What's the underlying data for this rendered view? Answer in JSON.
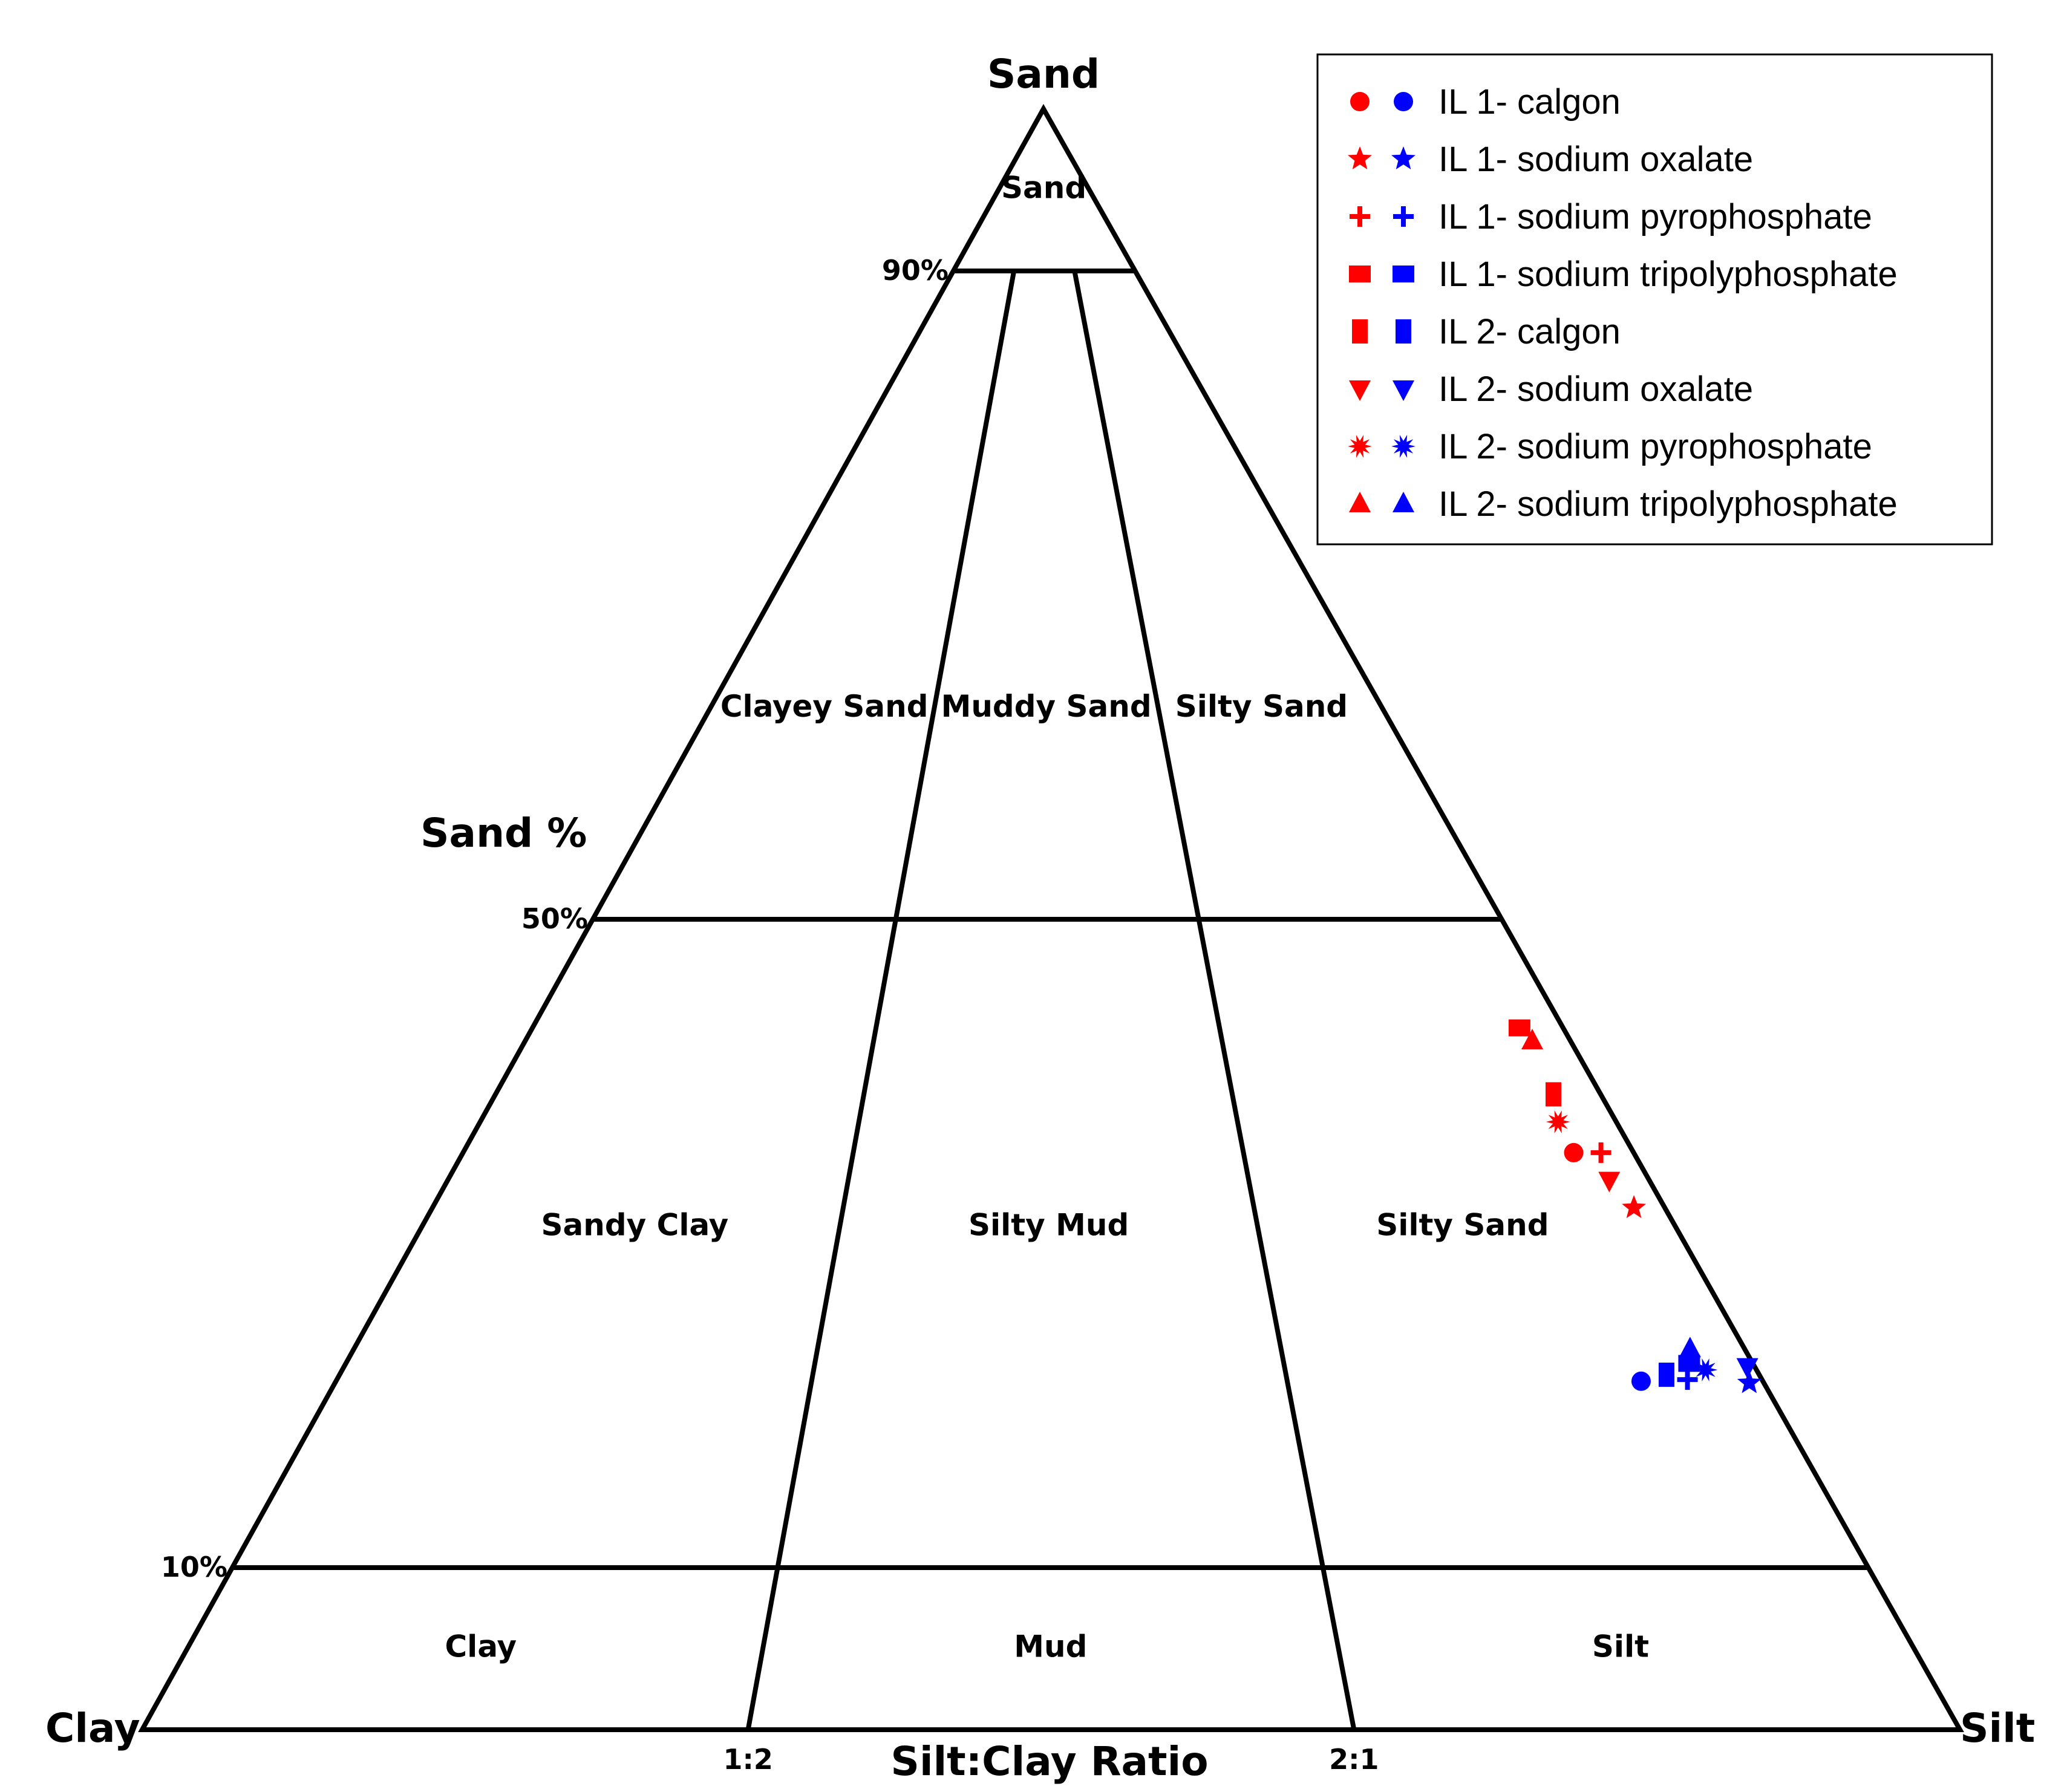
{
  "chart_data": {
    "type": "scatter",
    "subtype": "ternary",
    "vertices": {
      "top": "Sand",
      "left": "Clay",
      "right": "Silt"
    },
    "axis_titles": {
      "sand": "Sand %",
      "ratio": "Silt:Clay Ratio"
    },
    "sand_ticks": [
      "90%",
      "50%",
      "10%"
    ],
    "ratio_ticks": [
      "1:2",
      "2:1"
    ],
    "fields": [
      {
        "label": "Sand",
        "sand": 95,
        "ratio": 0.5
      },
      {
        "label": "Clayey Sand",
        "sand": 63,
        "ratio": 0.17
      },
      {
        "label": "Muddy Sand",
        "sand": 63,
        "ratio": 0.5
      },
      {
        "label": "Silty Sand",
        "sand": 63,
        "ratio": 0.82
      },
      {
        "label": "Sandy Clay",
        "sand": 31,
        "ratio": 0.17
      },
      {
        "label": "Silty Mud",
        "sand": 31,
        "ratio": 0.5
      },
      {
        "label": "Silty Sand",
        "sand": 31,
        "ratio": 0.83
      },
      {
        "label": "Clay",
        "sand": 5,
        "ratio": 0.17
      },
      {
        "label": "Mud",
        "sand": 5,
        "ratio": 0.5
      },
      {
        "label": "Silt",
        "sand": 5,
        "ratio": 0.83
      }
    ],
    "legend": {
      "position": "top-right",
      "entries": [
        {
          "label": "IL 1- calgon",
          "marker": "circle"
        },
        {
          "label": "IL 1- sodium oxalate",
          "marker": "star"
        },
        {
          "label": "IL 1- sodium pyrophosphate",
          "marker": "cross"
        },
        {
          "label": "IL 1- sodium tripolyphosphate",
          "marker": "square"
        },
        {
          "label": "IL 2- calgon",
          "marker": "tall-rect"
        },
        {
          "label": "IL 2- sodium oxalate",
          "marker": "triangle-down"
        },
        {
          "label": "IL 2- sodium pyrophosphate",
          "marker": "burst"
        },
        {
          "label": "IL 2- sodium tripolyphosphate",
          "marker": "triangle-up"
        }
      ]
    },
    "colors": {
      "red_group": "#ff0000",
      "blue_group": "#0000ff"
    },
    "points": [
      {
        "group": "red",
        "marker": "circle",
        "sand": 35.6,
        "silt": 61.1,
        "clay": 3.3
      },
      {
        "group": "red",
        "marker": "star",
        "sand": 32.2,
        "silt": 66.1,
        "clay": 1.7
      },
      {
        "group": "red",
        "marker": "cross",
        "sand": 35.6,
        "silt": 62.6,
        "clay": 1.8
      },
      {
        "group": "red",
        "marker": "square",
        "sand": 43.3,
        "silt": 54.3,
        "clay": 2.4
      },
      {
        "group": "red",
        "marker": "tall-rect",
        "sand": 39.2,
        "silt": 58.2,
        "clay": 2.6
      },
      {
        "group": "red",
        "marker": "triangle-down",
        "sand": 33.9,
        "silt": 63.9,
        "clay": 2.2
      },
      {
        "group": "red",
        "marker": "burst",
        "sand": 37.5,
        "silt": 59.3,
        "clay": 3.2
      },
      {
        "group": "red",
        "marker": "triangle-up",
        "sand": 42.5,
        "silt": 55.4,
        "clay": 2.1
      },
      {
        "group": "blue",
        "marker": "circle",
        "sand": 21.5,
        "silt": 71.8,
        "clay": 6.7
      },
      {
        "group": "blue",
        "marker": "star",
        "sand": 21.4,
        "silt": 77.8,
        "clay": 0.8
      },
      {
        "group": "blue",
        "marker": "cross",
        "sand": 21.6,
        "silt": 74.3,
        "clay": 4.1
      },
      {
        "group": "blue",
        "marker": "square",
        "sand": 22.6,
        "silt": 73.9,
        "clay": 3.5
      },
      {
        "group": "blue",
        "marker": "tall-rect",
        "sand": 21.9,
        "silt": 73.0,
        "clay": 5.1
      },
      {
        "group": "blue",
        "marker": "triangle-down",
        "sand": 22.4,
        "silt": 77.2,
        "clay": 0.4
      },
      {
        "group": "blue",
        "marker": "burst",
        "sand": 22.2,
        "silt": 75.0,
        "clay": 2.8
      },
      {
        "group": "blue",
        "marker": "triangle-up",
        "sand": 23.5,
        "silt": 73.5,
        "clay": 3.0
      }
    ]
  }
}
